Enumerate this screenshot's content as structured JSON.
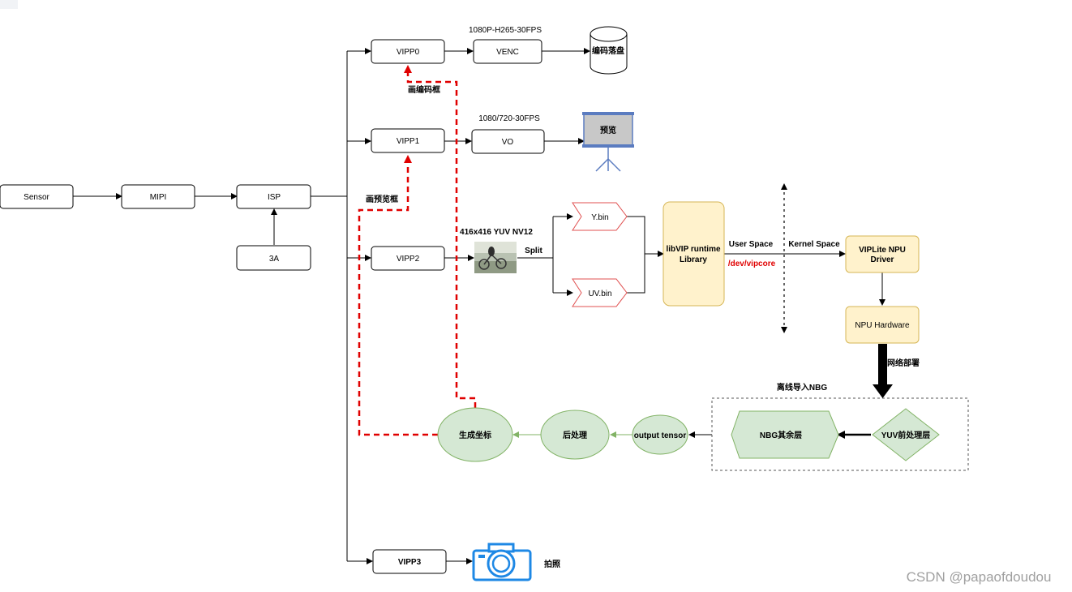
{
  "nodes": {
    "sensor": "Sensor",
    "mipi": "MIPI",
    "isp": "ISP",
    "three_a": "3A",
    "vipp0": "VIPP0",
    "vipp1": "VIPP1",
    "vipp2": "VIPP2",
    "vipp3": "VIPP3",
    "venc": "VENC",
    "vo": "VO",
    "storage": "编码落盘",
    "preview": "预览",
    "y_bin": "Y.bin",
    "uv_bin": "UV.bin",
    "libvip_line1": "libVIP runtime",
    "libvip_line2": "Library",
    "viplite_line1": "VIPLite NPU",
    "viplite_line2": "Driver",
    "npu_hw": "NPU  Hardware",
    "nbg_rest": "NBG其余层",
    "yuv_pre": "YUV前处理层",
    "output_tensor": "output tensor",
    "post_process": "后处理",
    "gen_coords": "生成坐标",
    "photo": "拍照"
  },
  "labels": {
    "venc_spec": "1080P-H265-30FPS",
    "vo_spec": "1080/720-30FPS",
    "yuv_spec": "416x416 YUV NV12",
    "split": "Split",
    "user_space": "User Space",
    "kernel_space": "Kernel Space",
    "dev_vipcore": "/dev/vipcore",
    "network_deploy": "网络部署",
    "offline_nbg": "离线导入NBG",
    "draw_encode_box": "画编码框",
    "draw_preview_box": "画预览框"
  },
  "colors": {
    "npu_block_fill": "#fff2cc",
    "npu_block_stroke": "#d6b656",
    "post_block_fill": "#d5e8d4",
    "post_block_stroke": "#82b366",
    "overlay_path": "#e00000",
    "camera_icon": "#1e88e5",
    "preview_screen": "#c8c8c8",
    "preview_frame": "#5b7cc0"
  },
  "icons": {
    "storage": "database-cylinder-icon",
    "preview": "projector-screen-icon",
    "photo": "camera-icon",
    "yuv_frame": "image-thumbnail"
  },
  "watermark": "CSDN @papaofdoudou"
}
